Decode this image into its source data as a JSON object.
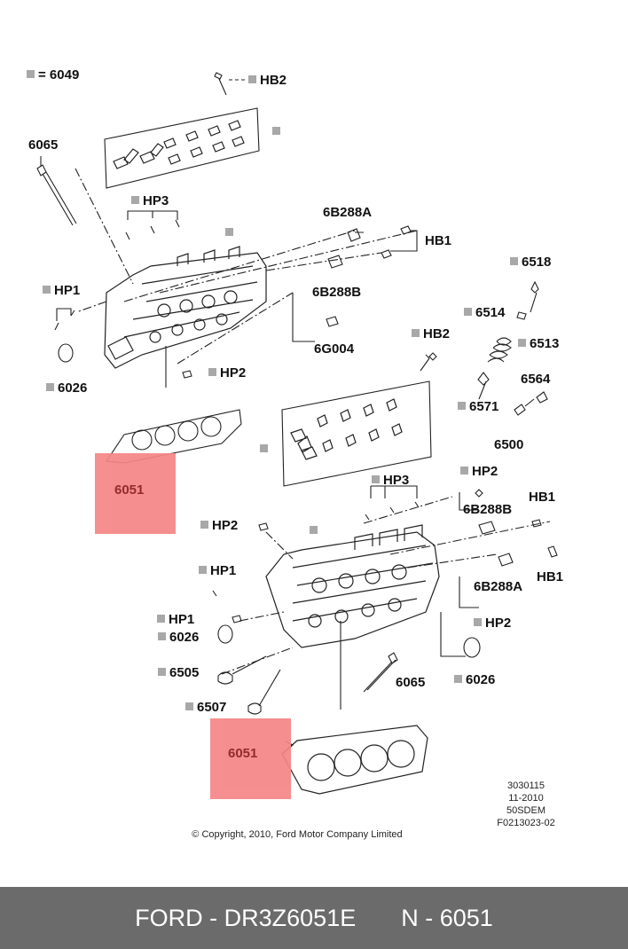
{
  "legend": {
    "symbol": "■",
    "text": "= 6049"
  },
  "labels": {
    "hb2_top": "HB2",
    "p6065_top": "6065",
    "hp3_top": "HP3",
    "p6b288a_top": "6B288A",
    "hb1_top": "HB1",
    "p6b288b_top": "6B288B",
    "hp1_left": "HP1",
    "p6g004": "6G004",
    "p6026_left": "6026",
    "hp2_mid": "HP2",
    "p6518": "6518",
    "p6514": "6514",
    "p6513": "6513",
    "hb2_mid": "HB2",
    "p6564": "6564",
    "p6571": "6571",
    "p6500": "6500",
    "p6051_upper": "6051",
    "hp2_right": "HP2",
    "hp3_lower": "HP3",
    "hb1_right": "HB1",
    "hp2_left": "HP2",
    "p6b288b_lower": "6B288B",
    "hp1_lower": "HP1",
    "p6b288a_lower": "6B288A",
    "hb1_lower": "HB1",
    "hp1_bottom": "HP1",
    "p6026_bottom_left": "6026",
    "hp2_bottom_right": "HP2",
    "p6505": "6505",
    "p6065_lower": "6065",
    "p6026_bottom_right": "6026",
    "p6507": "6507",
    "p6051_lower": "6051"
  },
  "ref_codes": [
    "3030115",
    "11-2010",
    "50SDEM",
    "F0213023-02"
  ],
  "copyright": "© Copyright, 2010, Ford Motor Company Limited",
  "footer": {
    "brand_part": "FORD - DR3Z6051E",
    "number": "N - 6051"
  },
  "colors": {
    "highlight": "#f58585",
    "footer_bg": "#6b6b6b",
    "legend_square": "#a8a8a8"
  }
}
